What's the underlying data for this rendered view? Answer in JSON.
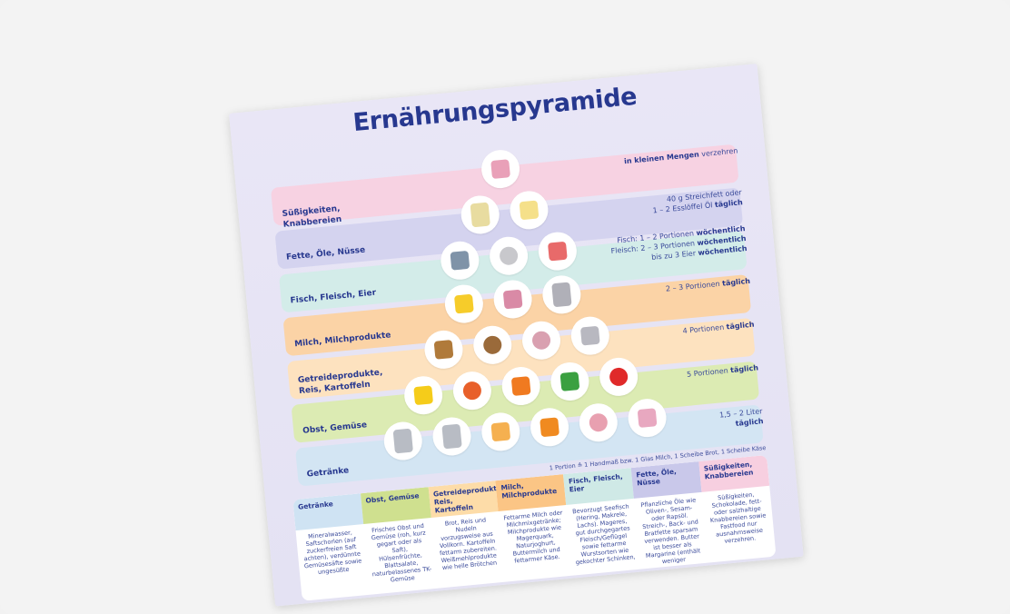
{
  "title": "Ernährungspyramide",
  "levels": [
    {
      "label": "Süßigkeiten, Knabbereien",
      "color": "#f7d2e2",
      "info_bold": "in kleinen Mengen",
      "info": " verzehren",
      "icons": [
        "cake-icon"
      ]
    },
    {
      "label": "Fette, Öle, Nüsse",
      "color": "#d4d3ef",
      "info_l1": "40 g Streichfett oder",
      "info_l2": "1 – 2 Esslöffel Öl ",
      "info_bold": "täglich",
      "icons": [
        "oil-bottle-icon",
        "butter-icon"
      ]
    },
    {
      "label": "Fisch, Fleisch, Eier",
      "color": "#d3ece9",
      "fish": "Fisch:    1 – 2 Portionen ",
      "meat": "Fleisch: 2 – 3 Portionen ",
      "eggs": "bis zu 3 Eier ",
      "info_bold": "wöchentlich",
      "icons": [
        "fish-icon",
        "egg-icon",
        "meat-icon"
      ]
    },
    {
      "label": "Milch, Milchprodukte",
      "color": "#fbd3a6",
      "info": "2 – 3 Portionen ",
      "info_bold": "täglich",
      "icons": [
        "cheese-icon",
        "yogurt-icon",
        "milk-bottle-icon"
      ]
    },
    {
      "label": "Getreideprodukte, Reis, Kartoffeln",
      "color": "#fde2bf",
      "info": "4  Portionen ",
      "info_bold": "täglich",
      "icons": [
        "bread-icon",
        "potatoes-icon",
        "rice-bowl-icon",
        "pasta-pot-icon"
      ]
    },
    {
      "label": "Obst, Gemüse",
      "color": "#dcebb3",
      "info": "5  Portionen ",
      "info_bold": "täglich",
      "icons": [
        "banana-icon",
        "apple-icon",
        "carrot-icon",
        "broccoli-icon",
        "tomato-icon"
      ]
    },
    {
      "label": "Getränke",
      "color": "#d3e5f3",
      "info": "1,5 – 2 Liter",
      "info_bold": "täglich",
      "icons": [
        "water-bottle-icon",
        "water-bottle-icon",
        "juice-glass-icon",
        "juice-carton-icon",
        "soup-bowl-icon",
        "teapot-icon"
      ]
    }
  ],
  "portion_note": "1 Portion ≙ 1 Handmaß bzw. 1 Glas Milch, 1 Scheibe Brot, 1 Scheibe Käse",
  "table": [
    {
      "head": "Getränke",
      "color": "#cfe3f3",
      "body": "Mineralwasser, Saftschorlen (auf zuckerfreien Saft achten), verdünnte Gemüsesäfte sowie ungesüßte"
    },
    {
      "head": "Obst, Gemüse",
      "color": "#cfe08f",
      "body": "Frisches Obst und Gemüse (roh, kurz gegart oder als Saft), Hülsenfrüchte, Blattsalate, naturbelassenes TK-Gemüse"
    },
    {
      "head": "Getreideprodukte, Reis, Kartoffeln",
      "color": "#fddca8",
      "body": "Brot, Reis und Nudeln vorzugsweise aus Vollkorn. Kartoffeln fettarm zubereiten. Weißmehlprodukte wie helle Brötchen"
    },
    {
      "head": "Milch, Milchprodukte",
      "color": "#fbc585",
      "body": "Fettarme Milch oder Milchmixgetränke; Milchprodukte wie Magerquark, Naturjoghurt, Buttermilch und fettarmer Käse."
    },
    {
      "head": "Fisch, Fleisch, Eier",
      "color": "#cfe9e6",
      "body": "Bevorzugt Seefisch (Hering, Makrele, Lachs). Mageres, gut durchgegartes Fleisch/Geflügel sowie fettarme Wurstsorten wie gekochter Schinken,"
    },
    {
      "head": "Fette, Öle, Nüsse",
      "color": "#c9c8ea",
      "body": "Pflanzliche Öle wie Oliven-, Sesam- oder Rapsöl. Streich-, Back- und Bratfette sparsam verwenden. Butter ist besser als Margarine (enthält weniger"
    },
    {
      "head": "Süßigkeiten, Knabbereien",
      "color": "#f7cfe0",
      "body": "Süßigkeiten, Schokolade, fett- oder salzhaltige Knabbereien sowie Fastfood nur ausnahmsweise verzehren."
    }
  ]
}
